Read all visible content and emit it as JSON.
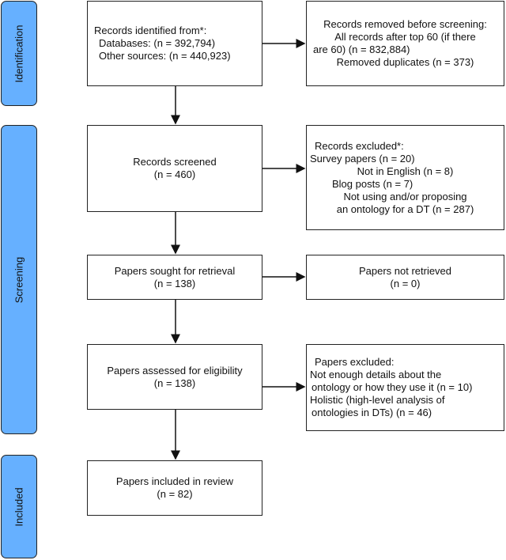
{
  "phases": {
    "identification": "Identification",
    "screening": "Screening",
    "included": "Included"
  },
  "identified": {
    "lines": [
      "Records identified from*:",
      "Databases: (n = 392,794)",
      "Other sources: (n = 440,923)"
    ]
  },
  "removed": {
    "lines": [
      "Records removed before screening:",
      "All records after top 60 (if there",
      "are 60) (n = 832,884)",
      "Removed duplicates (n = 373)"
    ]
  },
  "screened": {
    "lines": [
      "Records screened",
      "(n = 460)"
    ]
  },
  "excluded_records": {
    "lines": [
      "Records excluded*:",
      "Survey papers (n = 20)",
      "Not in English (n = 8)",
      "Blog posts (n = 7)",
      "Not using and/or proposing",
      "an ontology for a DT (n = 287)"
    ]
  },
  "sought": {
    "lines": [
      "Papers sought for retrieval",
      "(n = 138)"
    ]
  },
  "not_retrieved": {
    "lines": [
      "Papers not retrieved",
      "(n = 0)"
    ]
  },
  "assessed": {
    "lines": [
      "Papers assessed for eligibility",
      "(n = 138)"
    ]
  },
  "excluded_papers": {
    "lines": [
      "Papers excluded:",
      "Not enough details about the",
      "ontology or how they use it (n = 10)",
      "Holistic (high-level analysis of",
      "ontologies in DTs) (n = 46)"
    ]
  },
  "included": {
    "lines": [
      "Papers included in review",
      "(n = 82)"
    ]
  },
  "colors": {
    "phase_fill": "#66b0ff"
  }
}
